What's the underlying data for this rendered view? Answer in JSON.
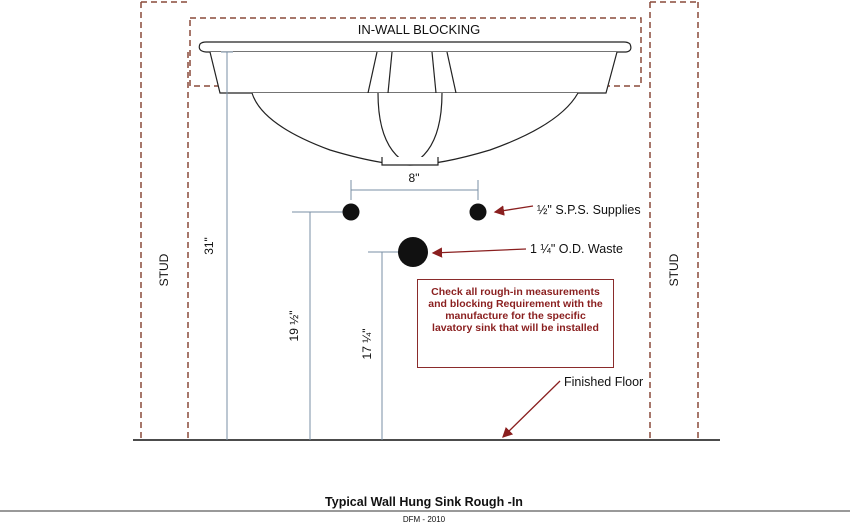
{
  "labels": {
    "blocking": "IN-WALL BLOCKING",
    "stud_left": "STUD",
    "stud_right": "STUD",
    "dim_width": "8\"",
    "dim_sink": "31\"",
    "dim_supply": "19 ½\"",
    "dim_waste": "17 ¼\"",
    "supplies": "½\" S.P.S. Supplies",
    "waste": "1 ¼\" O.D. Waste",
    "floor": "Finished Floor"
  },
  "note": "Check all rough-in measurements and blocking Requirement  with the manufacture for the specific lavatory sink that will be installed",
  "title": "Typical Wall Hung Sink Rough -In",
  "credit": "DFM - 2010",
  "colors": {
    "line": "#111111",
    "stud": "#8a4a3a",
    "dimension": "#7a8fa6",
    "arrow": "#8a1f1f",
    "note": "#8a1f1f"
  }
}
